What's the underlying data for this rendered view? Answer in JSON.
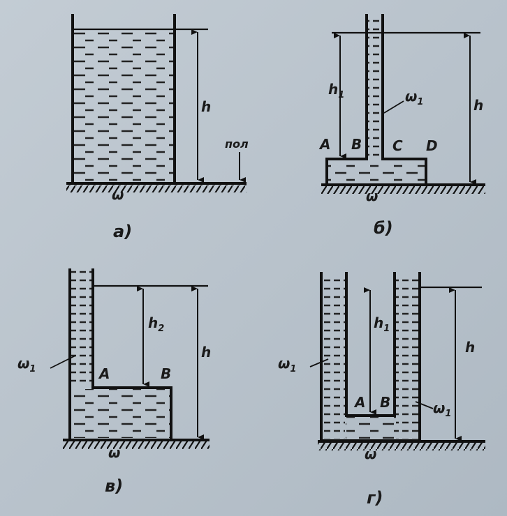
{
  "panels": {
    "a": {
      "caption": "а)",
      "h": "h",
      "floor": "пол",
      "omega": "ω"
    },
    "b": {
      "caption": "б)",
      "h1": "h",
      "h1_sub": "1",
      "h": "h",
      "omega1": "ω",
      "omega1_sub": "1",
      "omega": "ω",
      "A": "A",
      "B": "B",
      "C": "C",
      "D": "D"
    },
    "c": {
      "caption": "в)",
      "h2": "h",
      "h2_sub": "2",
      "h": "h",
      "omega1": "ω",
      "omega1_sub": "1",
      "omega": "ω",
      "A": "A",
      "B": "B"
    },
    "d": {
      "caption": "г)",
      "h1": "h",
      "h1_sub": "1",
      "h": "h",
      "omega1_left": "ω",
      "omega1_right": "ω",
      "omega1_sub": "1",
      "omega": "ω",
      "A": "A",
      "B": "B"
    }
  }
}
